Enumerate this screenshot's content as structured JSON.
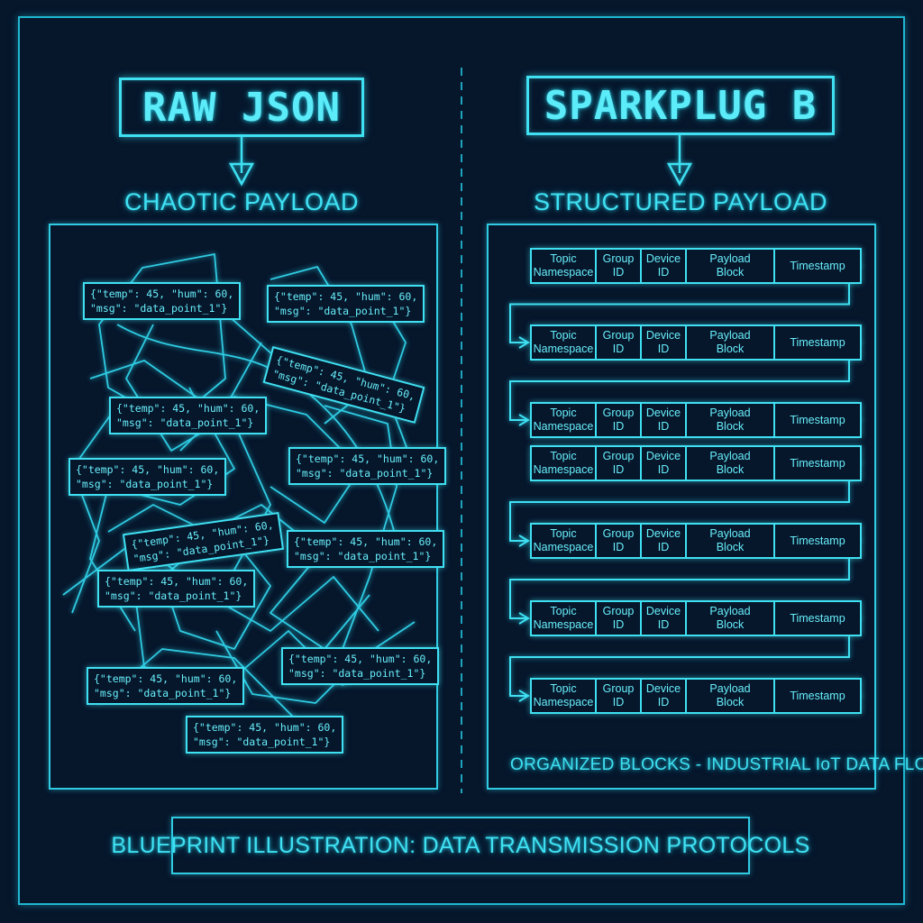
{
  "left": {
    "title": "RAW JSON",
    "subtitle": "CHAOTIC PAYLOAD",
    "json_snippets": [
      {
        "line1": "{\"temp\": 45, \"hum\": 60,",
        "line2": "\"msg\": \"data_point_1\"}"
      },
      {
        "line1": "{\"temp\": 45, \"hum\": 60,",
        "line2": "\"msg\": \"data_point_1\"}"
      },
      {
        "line1": "{\"temp\": 45, \"hum\": 60,",
        "line2": "\"msg\": \"data_point_1\"}"
      },
      {
        "line1": "{\"temp\": 45, \"hum\": 60,",
        "line2": "\"msg\": \"data_point_1\"}"
      },
      {
        "line1": "{\"temp\": 45, \"hum\": 60,",
        "line2": "\"msg\": \"data_point_1\"}"
      },
      {
        "line1": "{\"temp\": 45, \"hum\": 60,",
        "line2": "\"msg\": \"data_point_1\"}"
      },
      {
        "line1": "{\"temp\": 45, \"hum\": 60,",
        "line2": "\"msg\": \"data_point_1\"}"
      },
      {
        "line1": "{\"temp\": 45, \"hum\": 60,",
        "line2": "\"msg\": \"data_point_1\"}"
      },
      {
        "line1": "{\"temp\": 45, \"hum\": 60,",
        "line2": "\"msg\": \"data_point_1\"}"
      },
      {
        "line1": "{\"temp\": 45, \"hum\": 60,",
        "line2": "\"msg\": \"data_point_1\"}"
      },
      {
        "line1": "{\"temp\": 45, \"hum\": 60,",
        "line2": "\"msg\": \"data_point_1\"}"
      },
      {
        "line1": "{\"temp\": 45, \"hum\": 60,",
        "line2": "\"msg\": \"data_point_1\"}"
      }
    ]
  },
  "right": {
    "title": "SPARKPLUG B",
    "subtitle": "STRUCTURED PAYLOAD",
    "row_fields": [
      "Topic\nNamespace",
      "Group\nID",
      "Device\nID",
      "Payload\nBlock",
      "Timestamp"
    ],
    "row_count": 7,
    "caption": "ORGANIZED BLOCKS - INDUSTRIAL IoT DATA FLOW"
  },
  "footer": "BLUEPRINT ILLUSTRATION: DATA TRANSMISSION PROTOCOLS",
  "colors": {
    "background": "#06162b",
    "line": "#3fe0f2",
    "text": "#67eefa"
  }
}
